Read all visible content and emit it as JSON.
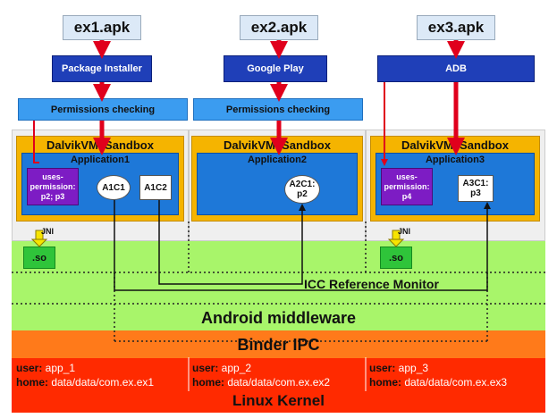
{
  "apks": [
    "ex1.apk",
    "ex2.apk",
    "ex3.apk"
  ],
  "installers": [
    "Package Installer",
    "Google Play",
    "ADB"
  ],
  "permissions_checking": "Permissions checking",
  "sandbox_title": "DalvikVM  Sandbox",
  "apps": [
    {
      "name": "Application1",
      "uses": "uses-\npermission:\np2; p3",
      "components": [
        "A1C1",
        "A1C2"
      ]
    },
    {
      "name": "Application2",
      "components": [
        "A2C1:\np2"
      ]
    },
    {
      "name": "Application3",
      "uses": "uses-\npermission:\np4",
      "components": [
        "A3C1:\np3"
      ]
    }
  ],
  "jni": "JNI",
  "so": ".so",
  "icc_monitor": "ICC Reference Monitor",
  "middleware": "Android middleware",
  "binder": "Binder IPC",
  "users": [
    {
      "user_key": "user:",
      "user": " app_1",
      "home_key": "home:",
      "home": " data/data/com.ex.ex1"
    },
    {
      "user_key": "user:",
      "user": " app_2",
      "home_key": "home:",
      "home": " data/data/com.ex.ex2"
    },
    {
      "user_key": "user:",
      "user": " app_3",
      "home_key": "home:",
      "home": " data/data/com.ex.ex3"
    }
  ],
  "kernel": "Linux Kernel"
}
